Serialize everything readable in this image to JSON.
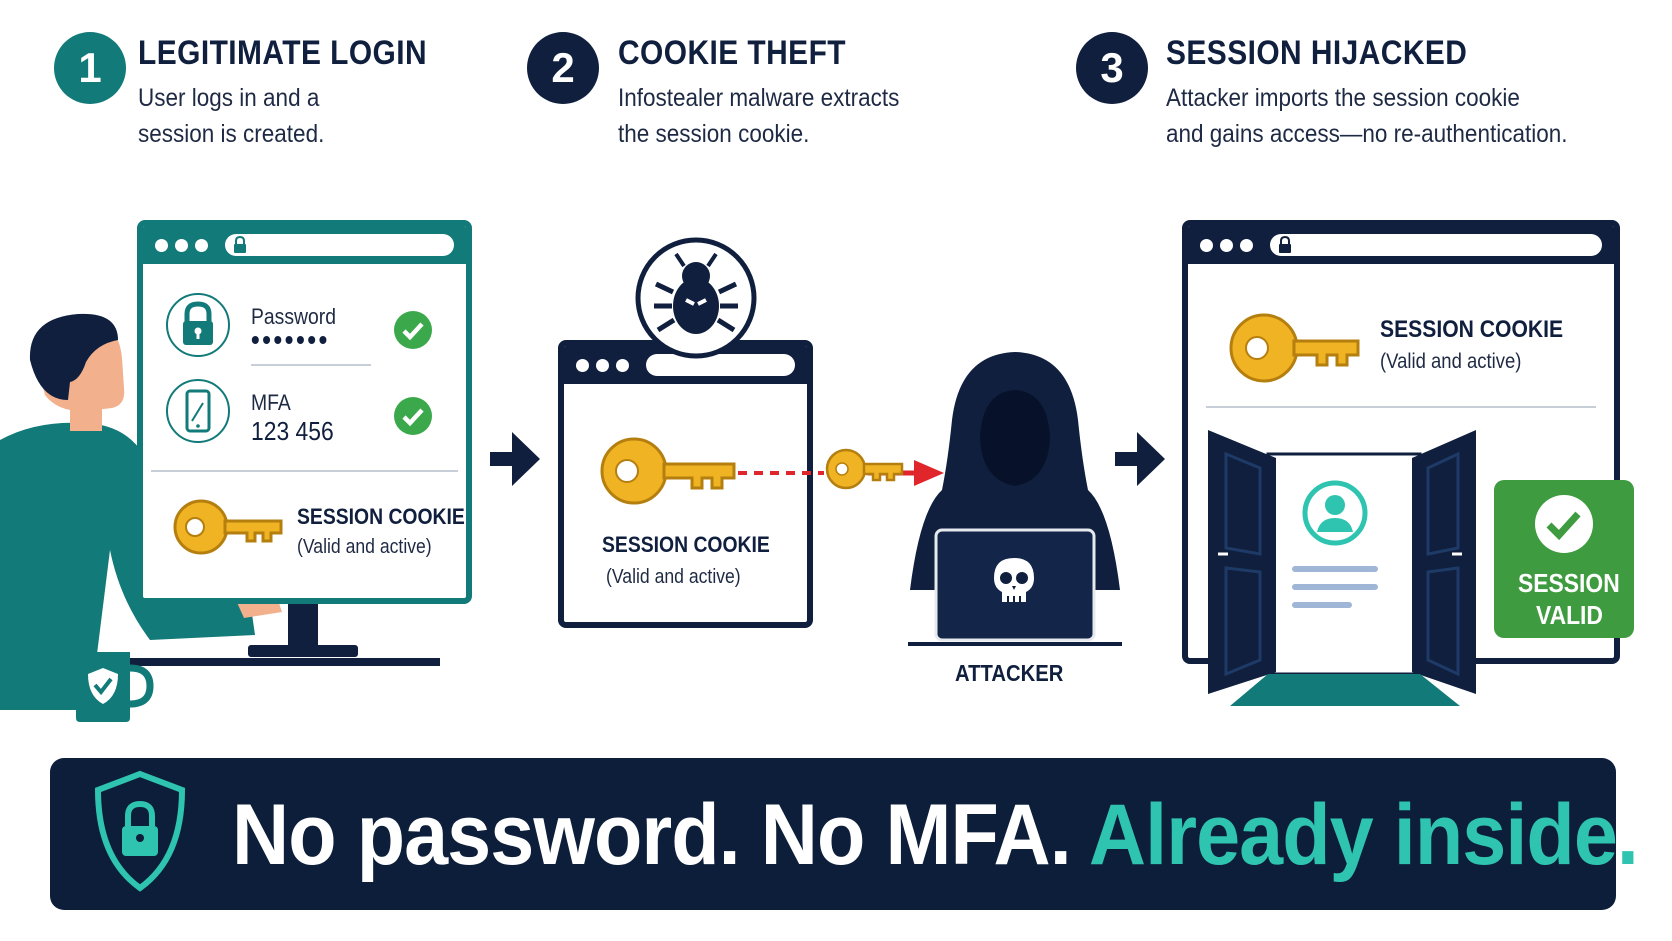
{
  "steps": [
    {
      "number": "1",
      "title": "LEGITIMATE LOGIN",
      "desc_line1": "User logs in and a",
      "desc_line2": "session is created.",
      "badge_color": "#127a78"
    },
    {
      "number": "2",
      "title": "COOKIE THEFT",
      "desc_line1": "Infostealer malware extracts",
      "desc_line2": "the session cookie.",
      "badge_color": "#0f1f3d"
    },
    {
      "number": "3",
      "title": "SESSION HIJACKED",
      "desc_line1": "Attacker imports the session cookie",
      "desc_line2": "and gains access—no re-authentication.",
      "badge_color": "#0f1f3d"
    }
  ],
  "login_panel": {
    "password_label": "Password",
    "password_mask": "•••••••",
    "mfa_label": "MFA",
    "mfa_code": "123 456",
    "cookie_title": "SESSION COOKIE",
    "cookie_status": "(Valid and active)"
  },
  "theft_panel": {
    "cookie_title": "SESSION COOKIE",
    "cookie_status": "(Valid and active)"
  },
  "attacker": {
    "label": "ATTACKER"
  },
  "hijack_panel": {
    "cookie_title": "SESSION COOKIE",
    "cookie_status": "(Valid and active)",
    "badge_line1": "SESSION",
    "badge_line2": "VALID"
  },
  "banner": {
    "part1": "No password. No MFA. ",
    "part2": "Already inside."
  },
  "colors": {
    "navy": "#0f1f3d",
    "teal": "#127a78",
    "key_gold": "#f0b323",
    "check_green": "#3aa84b",
    "valid_green": "#3f9b3f",
    "banner_teal": "#2ec4b0",
    "arrow_red": "#e0262b"
  },
  "icons": [
    "lock-icon",
    "phone-icon",
    "check-icon",
    "key-icon",
    "bug-icon",
    "skull-icon",
    "shield-lock-icon",
    "user-icon",
    "shield-check-icon"
  ]
}
